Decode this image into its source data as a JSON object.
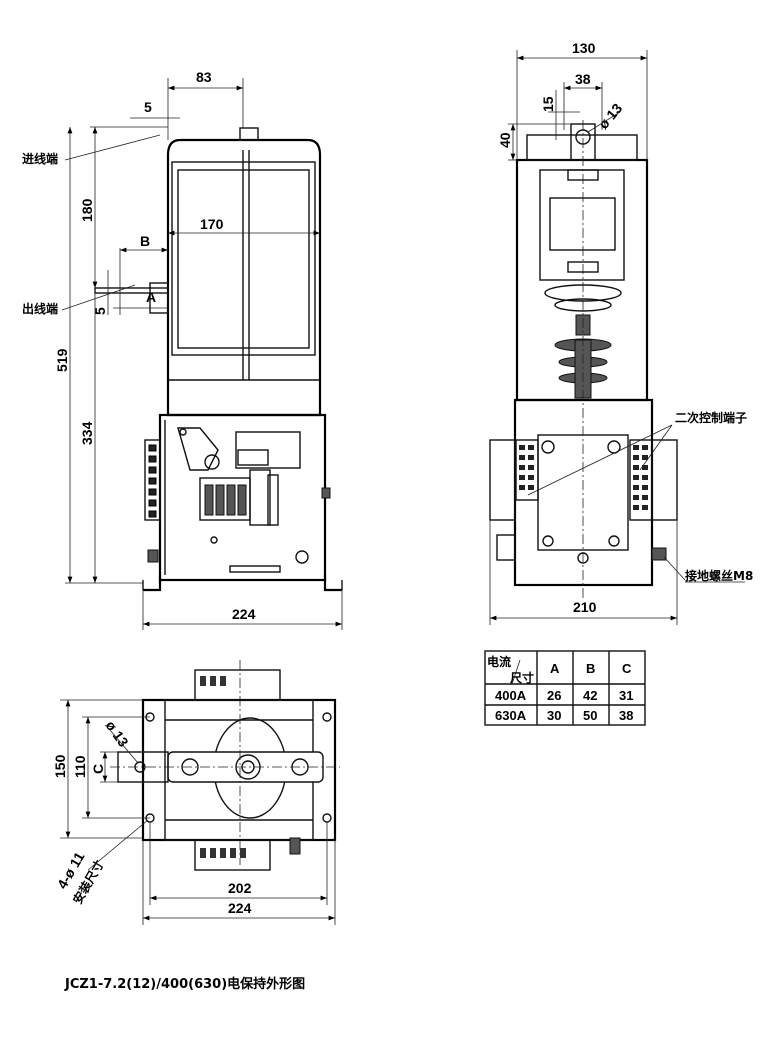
{
  "front_view": {
    "dim_83": "83",
    "dim_5_top": "5",
    "label_incoming": "进线端",
    "dim_180": "180",
    "dim_B": "B",
    "dim_170": "170",
    "dim_A": "A",
    "dim_5_bottom": "5",
    "label_outgoing": "出线端",
    "dim_519": "519",
    "dim_334": "334",
    "dim_224": "224"
  },
  "side_view": {
    "dim_130": "130",
    "dim_38": "38",
    "dim_15": "15",
    "dim_hole": "ø 13",
    "dim_40": "40",
    "label_secondary_terminal": "二次控制端子",
    "label_ground_screw": "接地螺丝M8",
    "dim_210": "210"
  },
  "top_view": {
    "dim_150": "150",
    "dim_110": "110",
    "dim_C": "C",
    "dim_hole": "ø 13",
    "label_mount_holes": "4-ø 11",
    "label_mount_size": "安装尺寸",
    "dim_202": "202",
    "dim_224": "224"
  },
  "table": {
    "header_corner_top": "电流",
    "header_corner_bottom": "尺寸",
    "columns": [
      "A",
      "B",
      "C"
    ],
    "rows": [
      {
        "current": "400A",
        "values": [
          "26",
          "42",
          "31"
        ]
      },
      {
        "current": "630A",
        "values": [
          "30",
          "50",
          "38"
        ]
      }
    ]
  },
  "caption": "JCZ1-7.2(12)/400(630)电保持外形图"
}
